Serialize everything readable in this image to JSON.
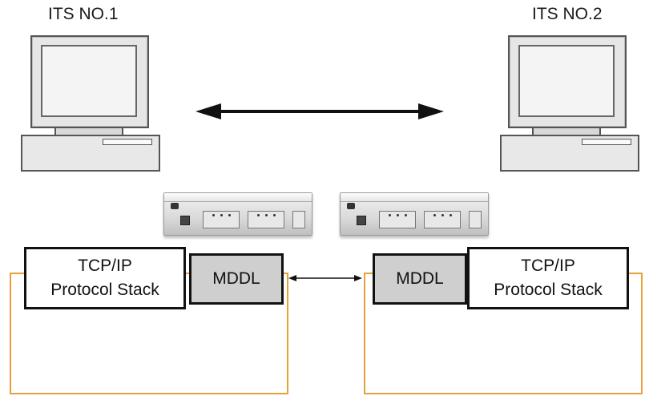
{
  "left": {
    "label": "ITS NO.1",
    "stack": {
      "line1": "TCP/IP",
      "line2": "Protocol Stack"
    },
    "mddl": "MDDL"
  },
  "right": {
    "label": "ITS NO.2",
    "stack": {
      "line1": "TCP/IP",
      "line2": "Protocol Stack"
    },
    "mddl": "MDDL"
  },
  "colors": {
    "system_outline": "#e8a13a",
    "box_outline": "#111111",
    "mddl_fill": "#cfcfcf"
  }
}
